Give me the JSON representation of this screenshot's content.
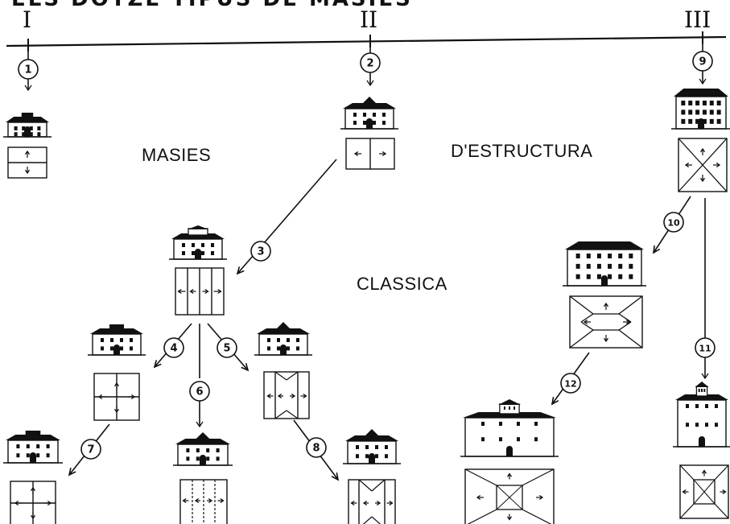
{
  "title": "ELS DOTZE TIPUS DE MASIES",
  "periods": [
    "I",
    "II",
    "III"
  ],
  "labels": {
    "masies": "MASIES",
    "estructura": "D'ESTRUCTURA",
    "classica": "CLASSICA"
  },
  "steps": [
    "1",
    "2",
    "3",
    "4",
    "5",
    "6",
    "7",
    "8",
    "9",
    "10",
    "11",
    "12"
  ],
  "colors": {
    "ink": "#111111",
    "paper": "#ffffff"
  }
}
